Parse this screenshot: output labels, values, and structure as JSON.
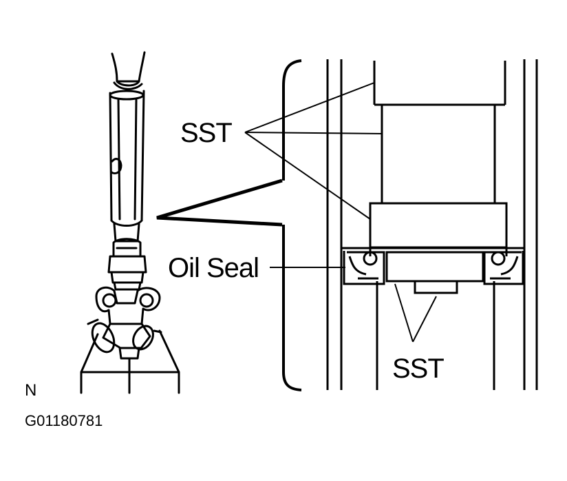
{
  "labels": {
    "sst_top": "SST",
    "oil_seal": "Oil Seal",
    "sst_bottom": "SST",
    "view_letter": "N",
    "figure_code": "G01180781"
  }
}
